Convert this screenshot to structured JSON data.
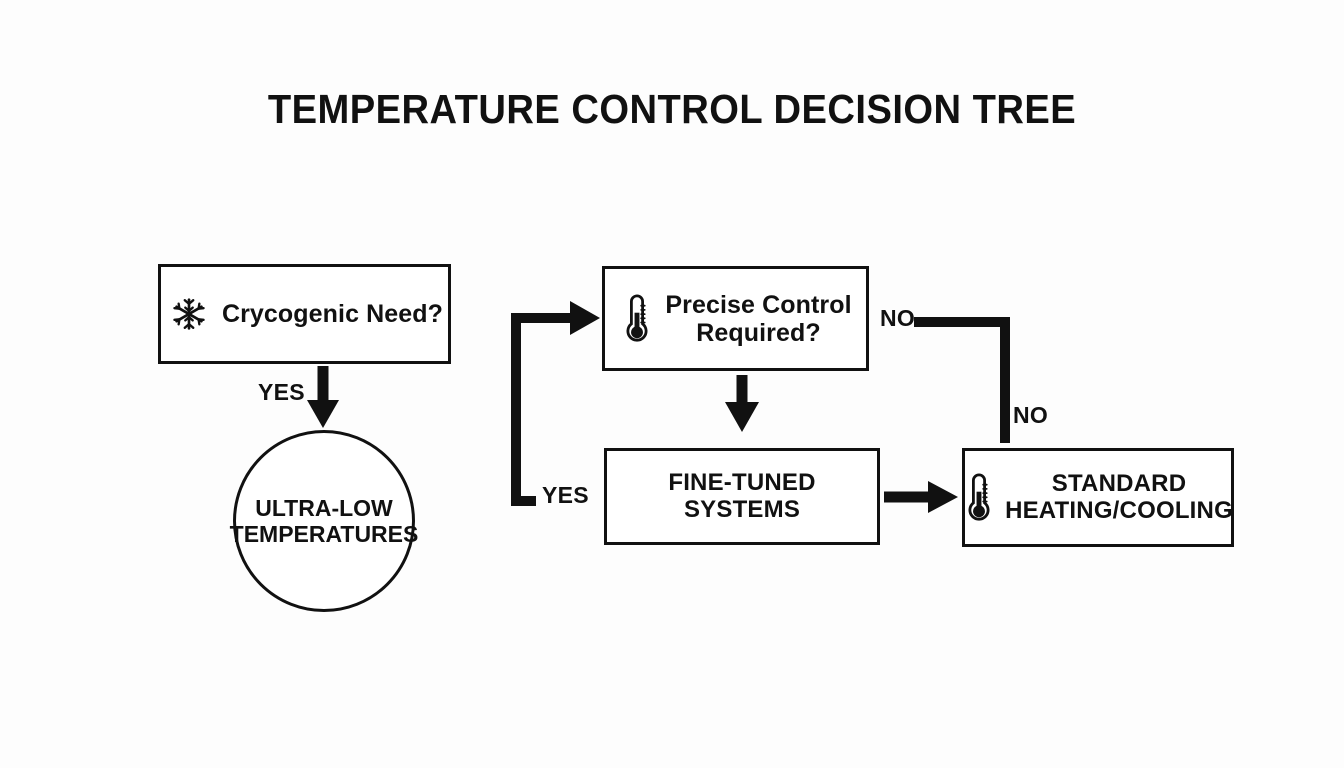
{
  "diagram": {
    "title": "TEMPERATURE CONTROL DECISION TREE",
    "background_color": "#fdfdfd",
    "stroke_color": "#111111",
    "fill_color": "#ffffff"
  },
  "nodes": {
    "cryogenic": {
      "label": "Crycogenic Need?",
      "icon": "snowflake-icon",
      "shape": "rectangle",
      "type": "decision"
    },
    "ultralow": {
      "label": "ULTRA-LOW\nTEMPERATURES",
      "shape": "circle",
      "type": "outcome"
    },
    "precise": {
      "label": "Precise Control\nRequired?",
      "icon": "thermometer-icon",
      "shape": "rectangle",
      "type": "decision"
    },
    "finetuned": {
      "label": "FINE-TUNED SYSTEMS",
      "shape": "rectangle",
      "type": "outcome"
    },
    "standard": {
      "label": "STANDARD\nHEATING/COOLING",
      "icon": "thermometer-icon",
      "shape": "rectangle",
      "type": "outcome"
    }
  },
  "edges": {
    "cryogenic_yes": {
      "label": "YES",
      "from": "cryogenic",
      "to": "ultralow"
    },
    "loop_yes": {
      "label": "YES",
      "from": "finetuned-return",
      "to": "precise"
    },
    "precise_no_top": {
      "label": "NO",
      "from": "precise",
      "to": "standard"
    },
    "precise_no_down": {
      "label": "NO",
      "from": "precise",
      "to": "standard"
    },
    "precise_yes_down": {
      "label": "",
      "from": "precise",
      "to": "finetuned"
    },
    "finetuned_to_standard": {
      "label": "",
      "from": "finetuned",
      "to": "standard"
    }
  }
}
